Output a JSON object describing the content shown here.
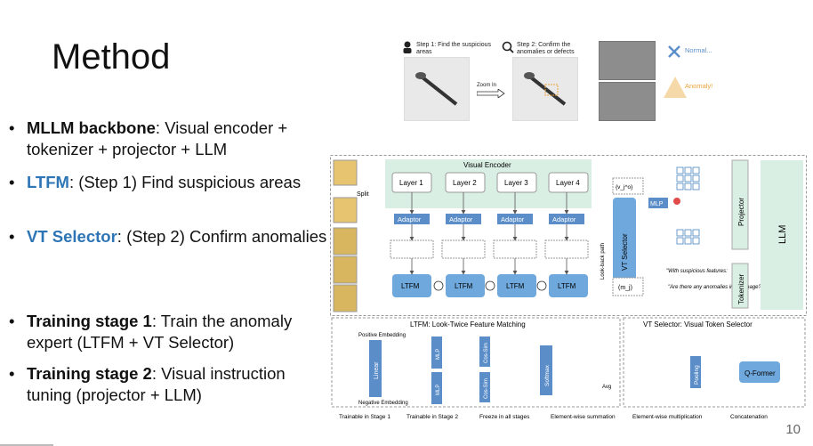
{
  "slide": {
    "title": "Method",
    "page_number": "10",
    "bullets": [
      {
        "bold": "MLLM backbone",
        "rest": ": Visual encoder + tokenizer + projector + LLM"
      },
      {
        "blue": "LTFM",
        "rest": ": (Step 1) Find suspicious areas"
      },
      {
        "blue": "VT Selector",
        "rest": ": (Step 2) Confirm anomalies"
      },
      {
        "bold": "Training stage 1",
        "rest": ": Train the anomaly expert (LTFM + VT Selector)"
      },
      {
        "bold": "Training stage 2",
        "rest": ": Visual instruction tuning (projector + LLM)"
      }
    ]
  },
  "zoom_strip": {
    "step1": "Step 1: Find the suspicious areas",
    "step2": "Step 2: Confirm the anomalies or defects",
    "zoom_in": "Zoom In",
    "normal": "Normal...",
    "anomaly": "Anomaly!"
  },
  "diagram": {
    "visual_encoder": "Visual Encoder",
    "layers": [
      "Layer 1",
      "Layer 2",
      "Layer 3",
      "Layer 4"
    ],
    "adaptor": "Adaptor",
    "ltfm": "LTFM",
    "split": "Split",
    "look_back": "Look-back path",
    "vt_selector": "VT Selector",
    "mlp": "MLP",
    "projector": "Projector",
    "tokenizer": "Tokenizer",
    "llm": "LLM",
    "mj": "(m_j)",
    "vp": "{v_j^o}",
    "prompt1": "\"With suspicious features:",
    "prompt2": "\"Are there any anomalies in the image?\"",
    "ltfm_title": "LTFM: Look-Twice Feature Matching",
    "vts_title": "VT Selector: Visual Token Selector",
    "positive_embedding": "Positive Embedding",
    "negative_embedding": "Negative Embedding",
    "linear": "Linear",
    "cos_sim": "Cos-Sim",
    "softmax": "Softmax",
    "pooling": "Pooling",
    "qformer": "Q-Former",
    "avg": "Avg",
    "legend": [
      "Trainable in Stage 1",
      "Trainable in Stage 2",
      "Freeze in all stages",
      "Element-wise summation",
      "Element-wise multiplication",
      "Concatenation"
    ]
  },
  "colors": {
    "accent_blue": "#2e75b6",
    "layer_green": "#d9efe4",
    "block_blue": "#5b8ec8",
    "ltfm_blue": "#6fa8dc"
  }
}
